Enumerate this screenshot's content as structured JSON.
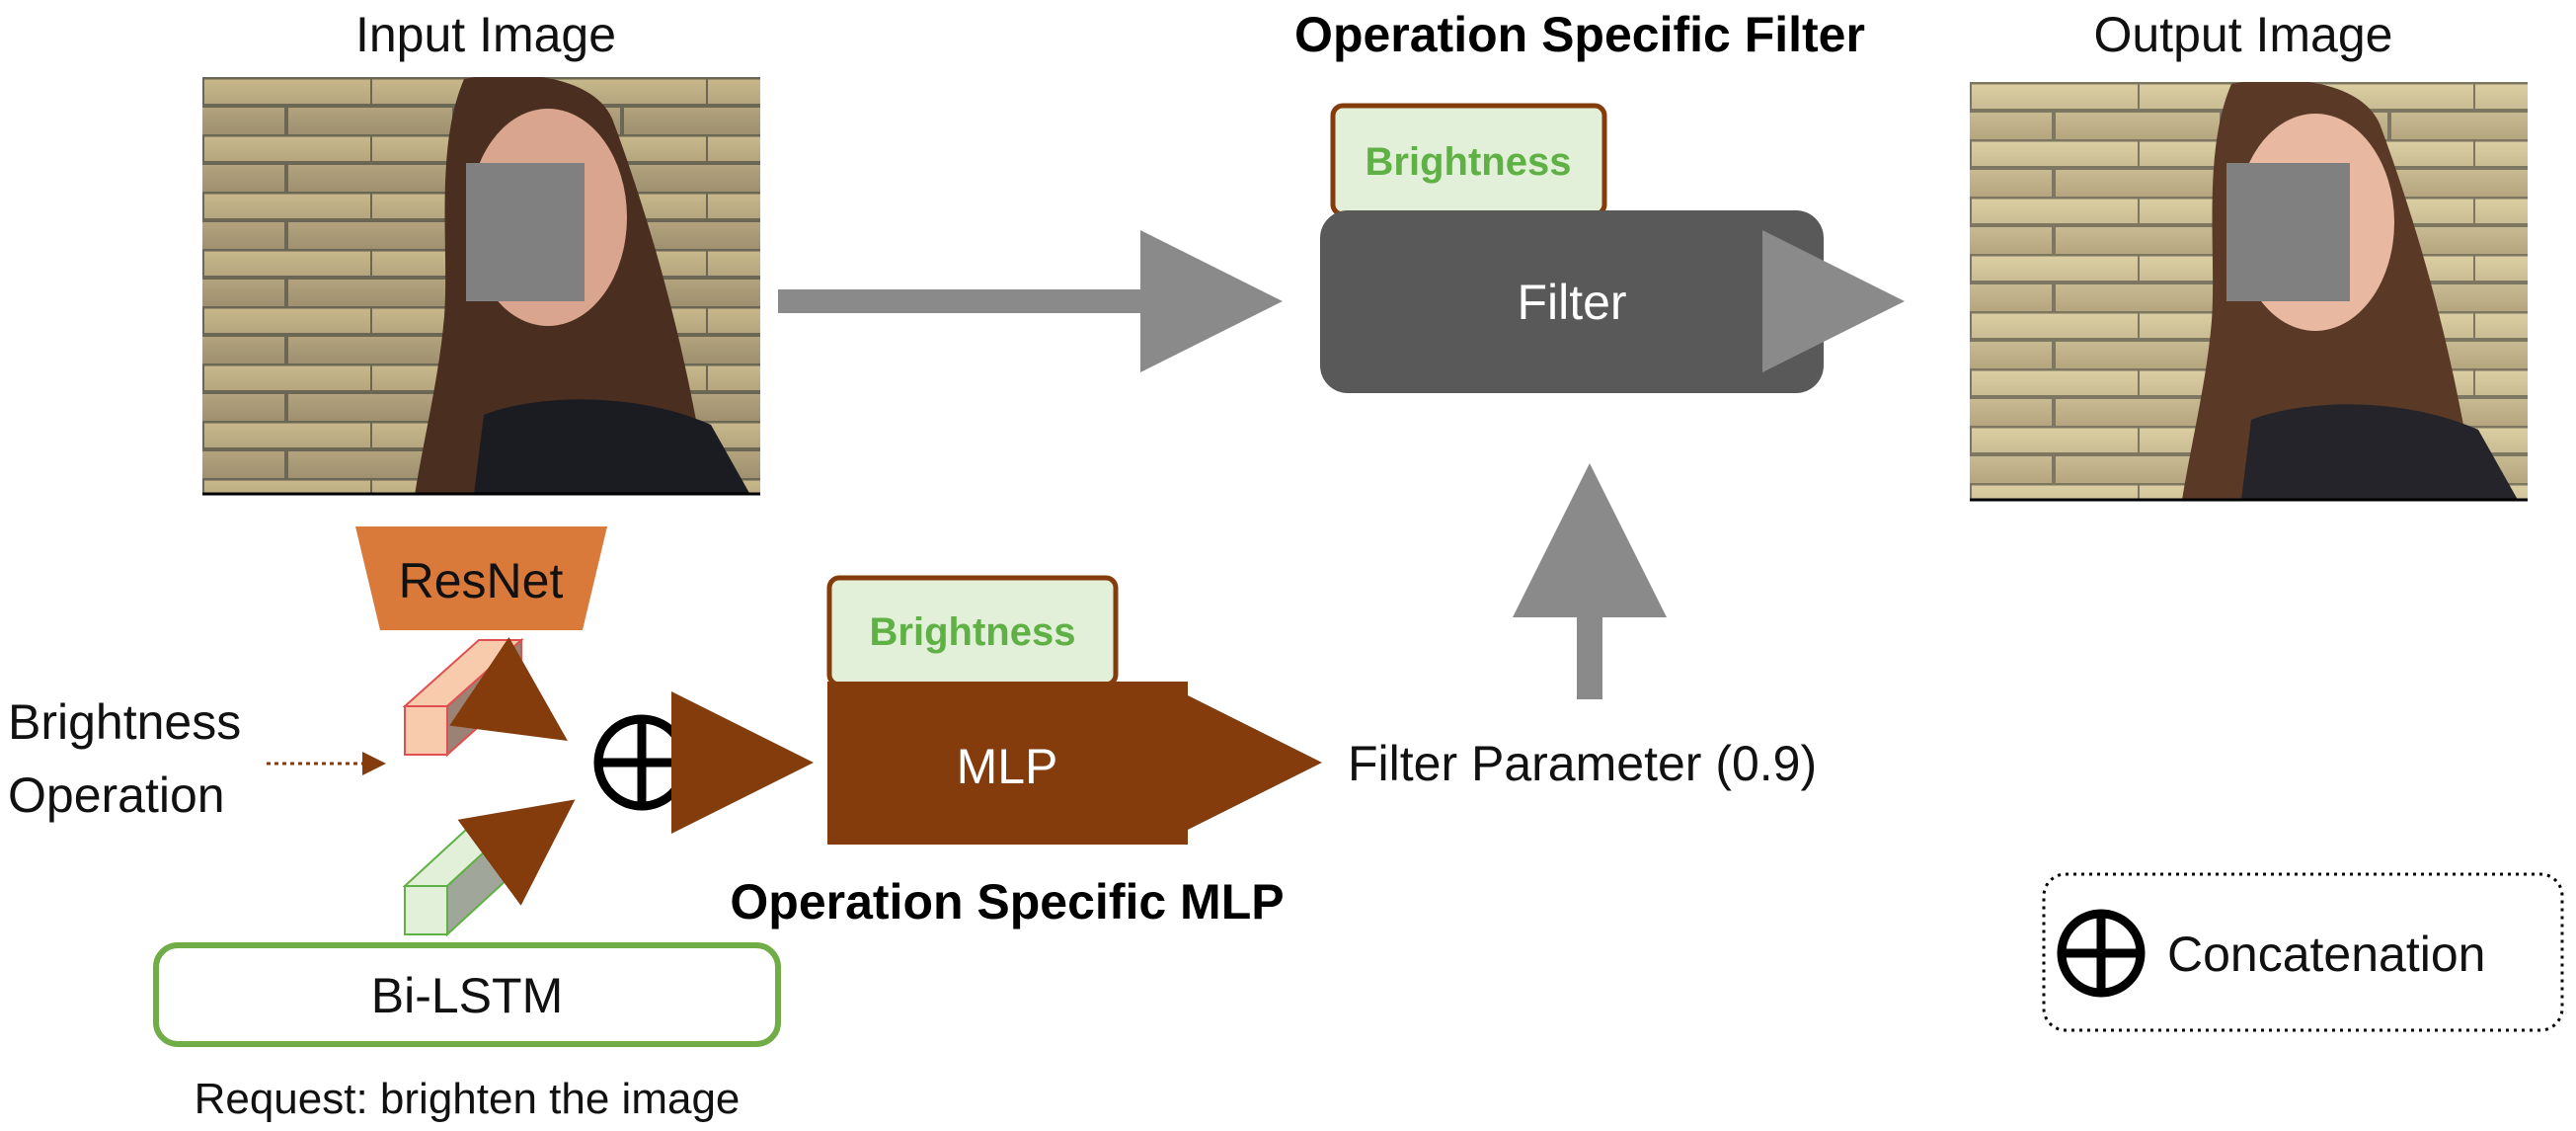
{
  "input_image": {
    "caption": "Input Image"
  },
  "output_image": {
    "caption": "Output Image"
  },
  "filter_block": {
    "title": "Operation Specific Filter",
    "tag": "Brightness",
    "label": "Filter"
  },
  "resnet": {
    "label": "ResNet"
  },
  "operation": {
    "line1": "Brightness",
    "line2": "Operation"
  },
  "bilstm": {
    "label": "Bi-LSTM",
    "request": "Request: brighten the image"
  },
  "mlp_block": {
    "tag": "Brightness",
    "label": "MLP",
    "title": "Operation Specific MLP"
  },
  "filter_parameter": "Filter Parameter (0.9)",
  "legend": {
    "label": "Concatenation"
  },
  "colors": {
    "resnet_orange": "#d9793a",
    "mlp_brown": "#843c0c",
    "filter_gray": "#595959",
    "arrow_gray": "#8a8a8a",
    "tag_fill": "#e2f0d9",
    "tag_text": "#5fb045",
    "bilstm_green": "#70ad47"
  }
}
